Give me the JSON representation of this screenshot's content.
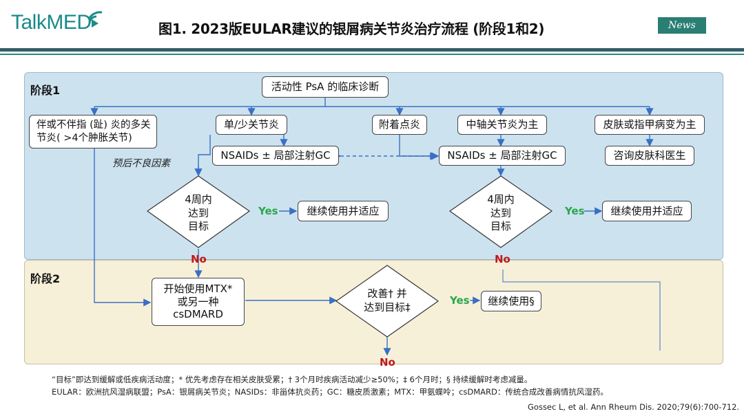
{
  "header": {
    "logo_text": "TalkMED",
    "title": "图1. 2023版EULAR建议的银屑病关节炎治疗流程 (阶段1和2)",
    "news_badge": "News"
  },
  "colors": {
    "stage1_bg": "#cce2ef",
    "stage2_bg": "#f6f0d9",
    "yes": "#2aa84a",
    "no": "#c0181d",
    "arrow": "#3a6fc4",
    "brand": "#1a8a8a"
  },
  "stage1": {
    "label": "阶段1",
    "diagnosis": "活动性 PsA 的临床诊断",
    "poly": "伴或不伴指 (趾) 炎的多关节炎( >4个肿胀关节)",
    "oligo": "单/少关节炎",
    "enthesitis": "附着点炎",
    "axial": "中轴关节炎为主",
    "skin": "皮肤或指甲病变为主",
    "nsaid_left": "NSAIDs ± 局部注射GC",
    "nsaid_right": "NSAIDs ± 局部注射GC",
    "dermatology": "咨询皮肤科医生",
    "poor_prognosis": "预后不良因素",
    "decision_left": "4周内\n达到\n目标",
    "decision_right": "4周内\n达到\n目标",
    "yes_left": "Yes",
    "yes_right": "Yes",
    "continue_left": "继续使用并适应",
    "continue_right": "继续使用并适应",
    "no_left": "No",
    "no_right": "No"
  },
  "stage2": {
    "label": "阶段2",
    "start_mtx_line1": "开始使用MTX*",
    "start_mtx_line2": "或另一种",
    "start_mtx_line3": "csDMARD",
    "decision_line1": "改善† 并",
    "decision_line2": "达到目标‡",
    "yes": "Yes",
    "continue": "继续使用§",
    "no": "No"
  },
  "footnotes": {
    "line1": "“目标”即达到缓解或低疾病活动度；* 优先考虑存在相关皮肤受累；† 3个月时疾病活动减少≥50%；‡ 6个月时；§ 持续缓解时考虑减量。",
    "line2": "EULAR：欧洲抗风湿病联盟；PsA：银屑病关节炎；NASIDs：非甾体抗炎药；GC：糖皮质激素；MTX：甲氨蝶呤；csDMARD：传统合成改善病情抗风湿药。",
    "citation": "Gossec L, et al. Ann Rheum Dis. 2020;79(6):700-712."
  }
}
